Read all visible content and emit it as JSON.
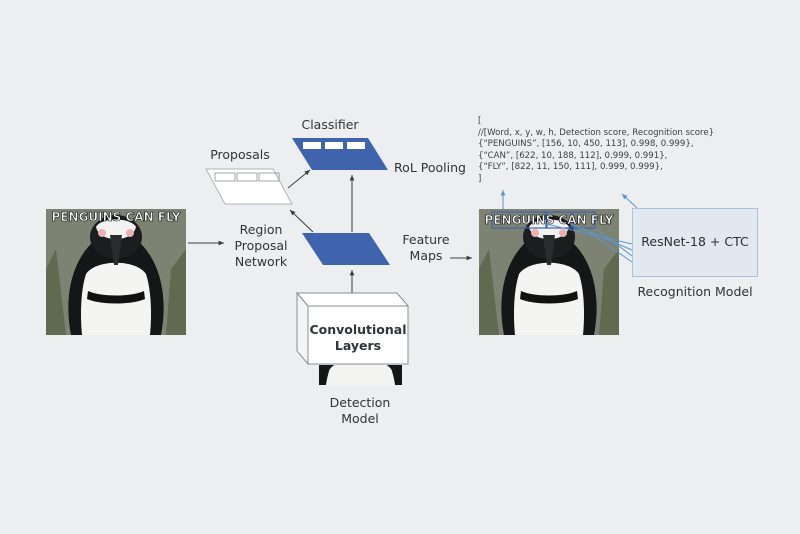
{
  "labels": {
    "classifier": "Classifier",
    "proposals": "Proposals",
    "roi_pooling": "RoL Pooling",
    "region_proposal_network": [
      "Region",
      "Proposal",
      "Network"
    ],
    "feature_maps": [
      "Feature",
      "Maps"
    ],
    "convolutional_layers": [
      "Convolutional",
      "Layers"
    ],
    "detection_model": [
      "Detection",
      "Model"
    ],
    "resnet": "ResNet-18 + CTC",
    "recognition_model": "Recognition Model"
  },
  "meme_caption": "PENGUINS CAN FLY",
  "output_json": [
    "[",
    "//[Word, x, y, w, h, Detection score, Recognition score}",
    "{“PENGUINS”, [156, 10, 450, 113], 0.998, 0.999},",
    "{“CAN”, [622, 10, 188, 112], 0.999, 0.991},",
    "{“FLY”, [822, 11, 150, 111], 0.999, 0.999},",
    "]"
  ],
  "colors": {
    "background": "#eceeef",
    "accent_blue": "#3f63ad",
    "link_blue": "#5b95cf",
    "text": "#2f3438"
  }
}
